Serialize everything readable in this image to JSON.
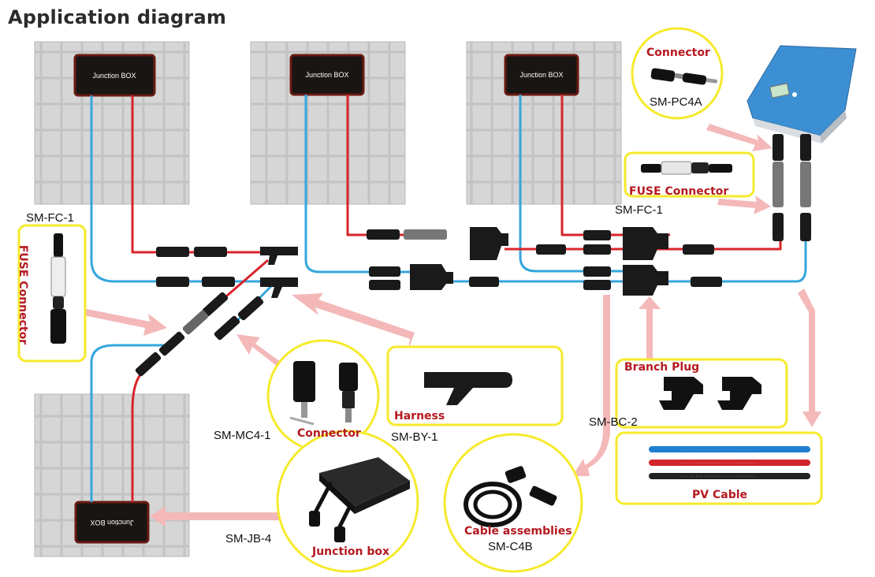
{
  "title": "Application diagram",
  "panels": {
    "junction_box_text": "Junction BOX",
    "junction_box_text_inverted": "Junction BOX"
  },
  "labels": {
    "sm_fc_1_left": "SM-FC-1",
    "sm_fc_1_right": "SM-FC-1",
    "sm_mc4_1": "SM-MC4-1",
    "sm_by_1": "SM-BY-1",
    "sm_bc_2": "SM-BC-2",
    "sm_jb_4": "SM-JB-4",
    "sm_pc4a": "SM-PC4A",
    "sm_c4b": "SM-C4B"
  },
  "callouts": {
    "connector_top": "Connector",
    "fuse_connector_right": "FUSE Connector",
    "fuse_connector_left": "FUSE Connector",
    "connector_bottom": "Connector",
    "harness": "Harness",
    "branch_plug": "Branch Plug",
    "pv_cable": "PV Cable",
    "cable_assemblies": "Cable assemblies",
    "junction_box": "Junction box"
  },
  "colors": {
    "positive_wire": "#d8242a",
    "negative_wire": "#35a6dd",
    "callout_border": "#f6ea2c",
    "arrow": "#f4b8b8",
    "label_red": "#b5191f",
    "inverter_blue": "#3c8fd2"
  }
}
